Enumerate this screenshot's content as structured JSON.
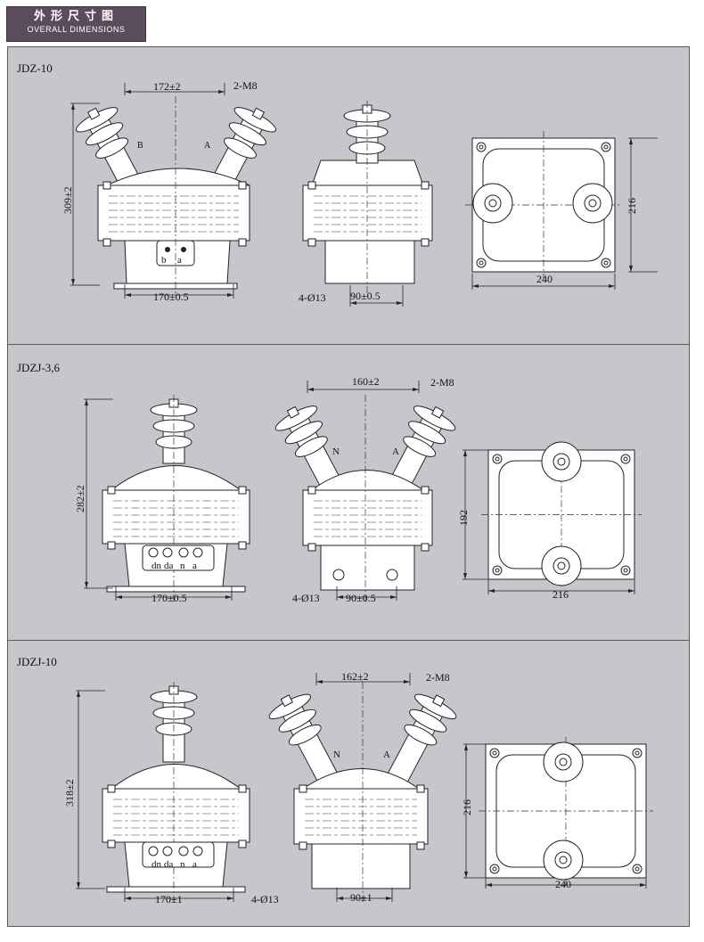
{
  "header": {
    "title_cn": "外形尺寸图",
    "title_en": "OVERALL DIMENSIONS"
  },
  "panels": [
    {
      "model": "JDZ-10",
      "dims": {
        "terminal_spacing": "172±2",
        "thread": "2-M8",
        "height": "309±2",
        "base_width": "170±0.5",
        "holes": "4-Ø13",
        "side_spacing": "90±0.5",
        "top_depth": "216",
        "top_width": "240"
      },
      "insulator_labels": [
        "B",
        "A"
      ],
      "secondary_terminals": [
        "b",
        "a"
      ]
    },
    {
      "model": "JDZJ-3,6",
      "dims": {
        "terminal_spacing": "160±2",
        "thread": "2-M8",
        "height": "282±2",
        "base_width": "170±0.5",
        "holes": "4-Ø13",
        "side_spacing": "90±0.5",
        "top_depth": "192",
        "top_width": "216"
      },
      "insulator_labels": [
        "N",
        "A"
      ],
      "secondary_terminals": [
        "dn",
        "da",
        "n",
        "a"
      ]
    },
    {
      "model": "JDZJ-10",
      "dims": {
        "terminal_spacing": "162±2",
        "thread": "2-M8",
        "height": "318±2",
        "base_width": "170±1",
        "holes": "4-Ø13",
        "side_spacing": "90±1",
        "top_depth": "216",
        "top_width": "240"
      },
      "insulator_labels": [
        "N",
        "A"
      ],
      "secondary_terminals": [
        "dn",
        "da",
        "n",
        "a"
      ]
    }
  ]
}
